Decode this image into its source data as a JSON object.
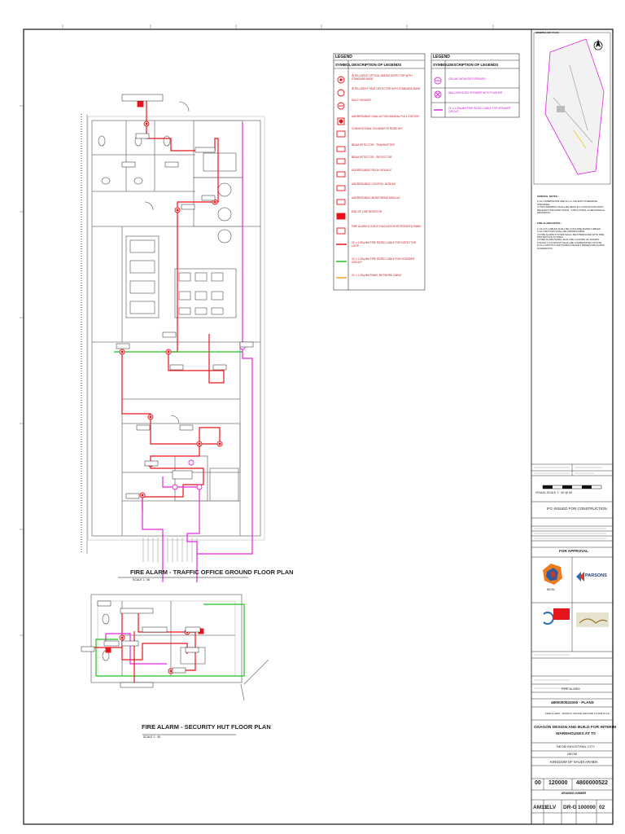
{
  "plans": {
    "traffic_title": "FIRE ALARM - TRAFFIC OFFICE GROUND FLOOR PLAN",
    "traffic_scale": "SCALE 1 : 50",
    "security_title": "FIRE ALARM - SECURITY HUT FLOOR PLAN",
    "security_scale": "SCALE 1 : 50"
  },
  "legend": {
    "header": "LEGEND",
    "col_symbol": "SYMBOL",
    "col_desc": "DESCRIPTION OF LEGENDS",
    "left_items": [
      "INTELLIGENT OPTICAL SMOKE DETECTOR WITH STANDARD BASE",
      "INTELLIGENT HEAT DETECTOR WITH STANDARD BASE",
      "MULTI SENSOR",
      "ADDRESSABLE DUAL ACTION MANUAL PULL STATION",
      "CONVENTIONAL SOUNDER STROBE W.P",
      "BEAM DETECTOR - TRANSMITTER",
      "BEAM DETECTOR - REFLECTOR",
      "ADDRESSABLE RELAY MODULE",
      "ADDRESSABLE CONTROL MODULE",
      "ADDRESSABLE MONITORING MODULE",
      "END OF LINE RESISTOR",
      "FIRE ALARM & VOICE EVACUATION INTEGRATED PANEL",
      "2C x 1.5Sq.MM FIRE RATED CABLE FOR DETECTOR LOOP",
      "2C x 1.5Sq.MM FIRE RATED CABLE FOR SOUNDER CIRCUIT",
      "2C x 1.5Sq.MM PANEL NETWORK CABLE"
    ],
    "right_items": [
      "CEILING MOUNTED SPEAKER",
      "WALL MOUNTED SPEAKER WITH FLASHER",
      "2C x 1.5Sq.MM FIRE RATED CABLE FOR SPEAKER CIRCUIT"
    ],
    "colors": {
      "loop": "#e8141b",
      "sounder": "#22c022",
      "network": "#ff9a1a",
      "speaker": "#e028e0"
    }
  },
  "key_plan": {
    "title": "GENERAL KEY PLAN"
  },
  "notes": {
    "general_title": "GENERAL NOTES :",
    "general": [
      "1) ALL DIMENSIONS ARE IN mm UNLESS OTHERWISE SPECIFIED.",
      "2) THIS DRAWING SHALL BE READ IN CONJUNCTION WITH RELEVANT ARCHITECTURAL, STRUCTURAL & MECHANICAL DRAWINGS."
    ],
    "fire_title": "FIRE ALARM NOTES :",
    "fire": [
      "1) ALL FA CABLES SHALL BE LOSH FIRE RATED CABLES.",
      "2) ALL DEVICES SHALL BE ADDRESSABLE.",
      "3) FIRE ALARM SYSTEM SHALL BE INTERFACED WITH FIRE PROTECTION SYSTEM.",
      "4) FIRE ALARM PANEL SHALL BE LOCATED AS SHOWN.",
      "5) EXACT LOCATIONS SHALL BE COORDINATED ON SITE.",
      "6) ALL CIRCUITS AND PANELS DETAILS REFER FIRE ALARM SCHEMATICS."
    ]
  },
  "title_block": {
    "scale_label": "VISUAL SCALE 1 : 50 @ A0",
    "status": "IFC-ISSUED FOR CONSTRUCTION",
    "purpose": "FOR APPROVAL",
    "client_name": "NEOM",
    "pm_label": "PARSONS",
    "discipline": "FIRE ALARM",
    "drawing_set": "4800000522000 - PLANS",
    "sheet_desc": "FIRE ALARM - TRAFFIC OFFICE GROUND FLOOR PLAN",
    "project_line1": "OXAGON DESIGN AND BUILD FOR INTERIM",
    "project_line2": "WAREHOUSES AT T0",
    "city": "NEOM INDUSTRIAL CITY",
    "region": "NEOM",
    "country": "KINGDOM OF SAUDI ARABIA",
    "num_a": "00",
    "num_b": "120000",
    "num_c": "4800000522",
    "drawing_number_label": "DRAWING NUMBER",
    "code_1": "AM11",
    "code_2": "ELV",
    "code_3": "DR-G",
    "code_4": "100000",
    "rev": "02"
  }
}
